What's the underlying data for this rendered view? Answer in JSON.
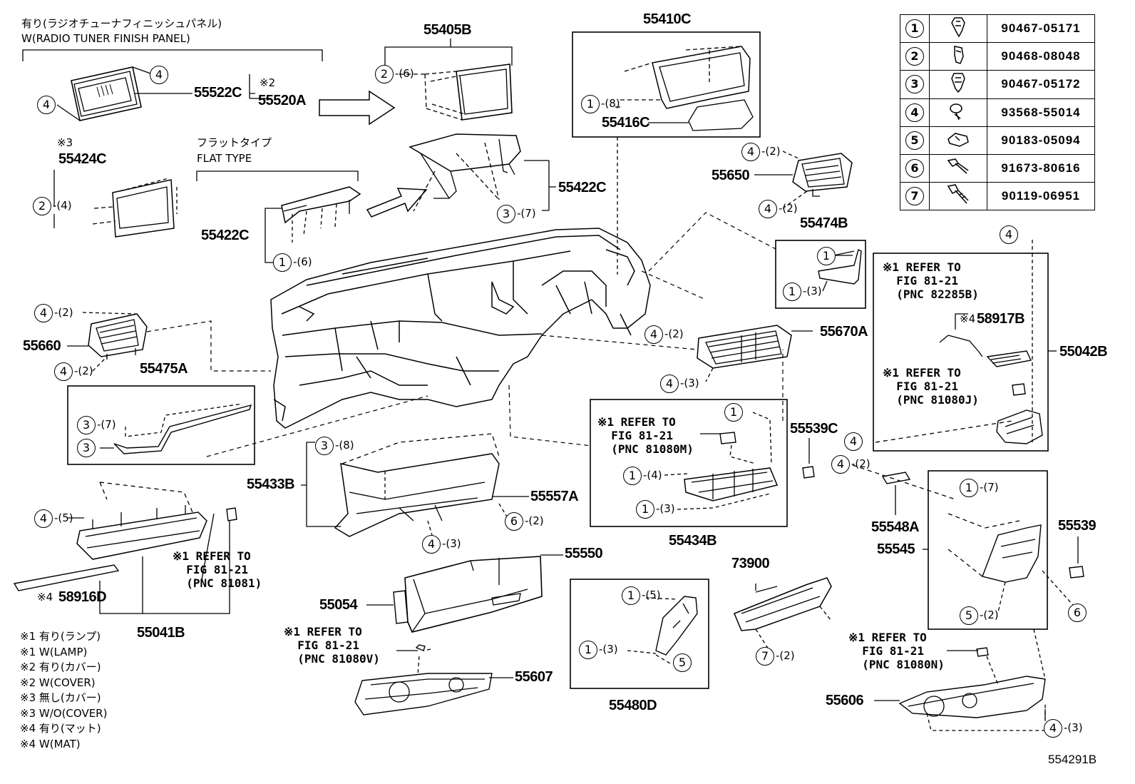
{
  "diagram_code": "554291B",
  "header_top": {
    "jp": "有り(ラジオチューナフィニッシュパネル)",
    "en": "W(RADIO TUNER FINISH PANEL)"
  },
  "flat_type": {
    "jp": "フラットタイプ",
    "en": "FLAT TYPE"
  },
  "marks": {
    "m2": "※2",
    "m3": "※3"
  },
  "parts": {
    "p55405B": "55405B",
    "p55410C": "55410C",
    "p55416C": "55416C",
    "p55522C": "55522C",
    "p55520A": "55520A",
    "p55424C": "55424C",
    "p55422C_a": "55422C",
    "p55422C_b": "55422C",
    "p55650": "55650",
    "p55474B": "55474B",
    "p55042B": "55042B",
    "p58917B": "58917B",
    "p55660": "55660",
    "p55475A": "55475A",
    "p55670A": "55670A",
    "p55539C": "55539C",
    "p55433B": "55433B",
    "p55557A": "55557A",
    "p55434B": "55434B",
    "p55548A": "55548A",
    "p55545": "55545",
    "p55539": "55539",
    "p55041B": "55041B",
    "p58916D": "58916D",
    "p55550": "55550",
    "p55054": "55054",
    "p73900": "73900",
    "p55607": "55607",
    "p55480D": "55480D",
    "p55606": "55606"
  },
  "mark4": "※4",
  "refs": {
    "r82285B": "※1 REFER TO\n  FIG 81-21\n  (PNC 82285B)",
    "r81080J": "※1 REFER TO\n  FIG 81-21\n  (PNC 81080J)",
    "r81080M": "※1 REFER TO\n  FIG 81-21\n  (PNC 81080M)",
    "r81081": "※1 REFER TO\n  FIG 81-21\n  (PNC 81081)",
    "r81080V": "※1 REFER TO\n  FIG 81-21\n  (PNC 81080V)",
    "r81080N": "※1 REFER TO\n  FIG 81-21\n  (PNC 81080N)"
  },
  "notes": "※1 有り(ランプ)\n※1 W(LAMP)\n※2 有り(カバー)\n※2 W(COVER)\n※3 無し(カバー)\n※3 W/O(COVER)\n※4 有り(マット)\n※4 W(MAT)",
  "fastener_table": [
    {
      "no": "1",
      "part": "90467-05171"
    },
    {
      "no": "2",
      "part": "90468-08048"
    },
    {
      "no": "3",
      "part": "90467-05172"
    },
    {
      "no": "4",
      "part": "93568-55014"
    },
    {
      "no": "5",
      "part": "90183-05094"
    },
    {
      "no": "6",
      "part": "91673-80616"
    },
    {
      "no": "7",
      "part": "90119-06951"
    }
  ],
  "callouts": [
    {
      "n": "4",
      "q": ""
    },
    {
      "n": "4",
      "q": ""
    },
    {
      "n": "2",
      "q": "-(6)"
    },
    {
      "n": "1",
      "q": "-(8)"
    },
    {
      "n": "2",
      "q": "-(4)"
    },
    {
      "n": "1",
      "q": "-(6)"
    },
    {
      "n": "3",
      "q": "-(7)"
    },
    {
      "n": "4",
      "q": "-(2)"
    },
    {
      "n": "4",
      "q": "-(2)"
    },
    {
      "n": "1",
      "q": ""
    },
    {
      "n": "1",
      "q": "-(3)"
    },
    {
      "n": "4",
      "q": ""
    },
    {
      "n": "4",
      "q": "-(2)"
    },
    {
      "n": "4",
      "q": "-(2)"
    },
    {
      "n": "4",
      "q": "-(2)"
    },
    {
      "n": "4",
      "q": "-(3)"
    },
    {
      "n": "3",
      "q": "-(7)"
    },
    {
      "n": "3",
      "q": ""
    },
    {
      "n": "3",
      "q": "-(8)"
    },
    {
      "n": "1",
      "q": ""
    },
    {
      "n": "1",
      "q": "-(4)"
    },
    {
      "n": "1",
      "q": "-(3)"
    },
    {
      "n": "4",
      "q": ""
    },
    {
      "n": "4",
      "q": "-(2)"
    },
    {
      "n": "1",
      "q": "-(7)"
    },
    {
      "n": "4",
      "q": "-(5)"
    },
    {
      "n": "6",
      "q": "-(2)"
    },
    {
      "n": "4",
      "q": "-(3)"
    },
    {
      "n": "5",
      "q": "-(2)"
    },
    {
      "n": "6",
      "q": ""
    },
    {
      "n": "1",
      "q": "-(5)"
    },
    {
      "n": "1",
      "q": "-(3)"
    },
    {
      "n": "5",
      "q": ""
    },
    {
      "n": "7",
      "q": "-(2)"
    },
    {
      "n": "4",
      "q": "-(3)"
    }
  ]
}
